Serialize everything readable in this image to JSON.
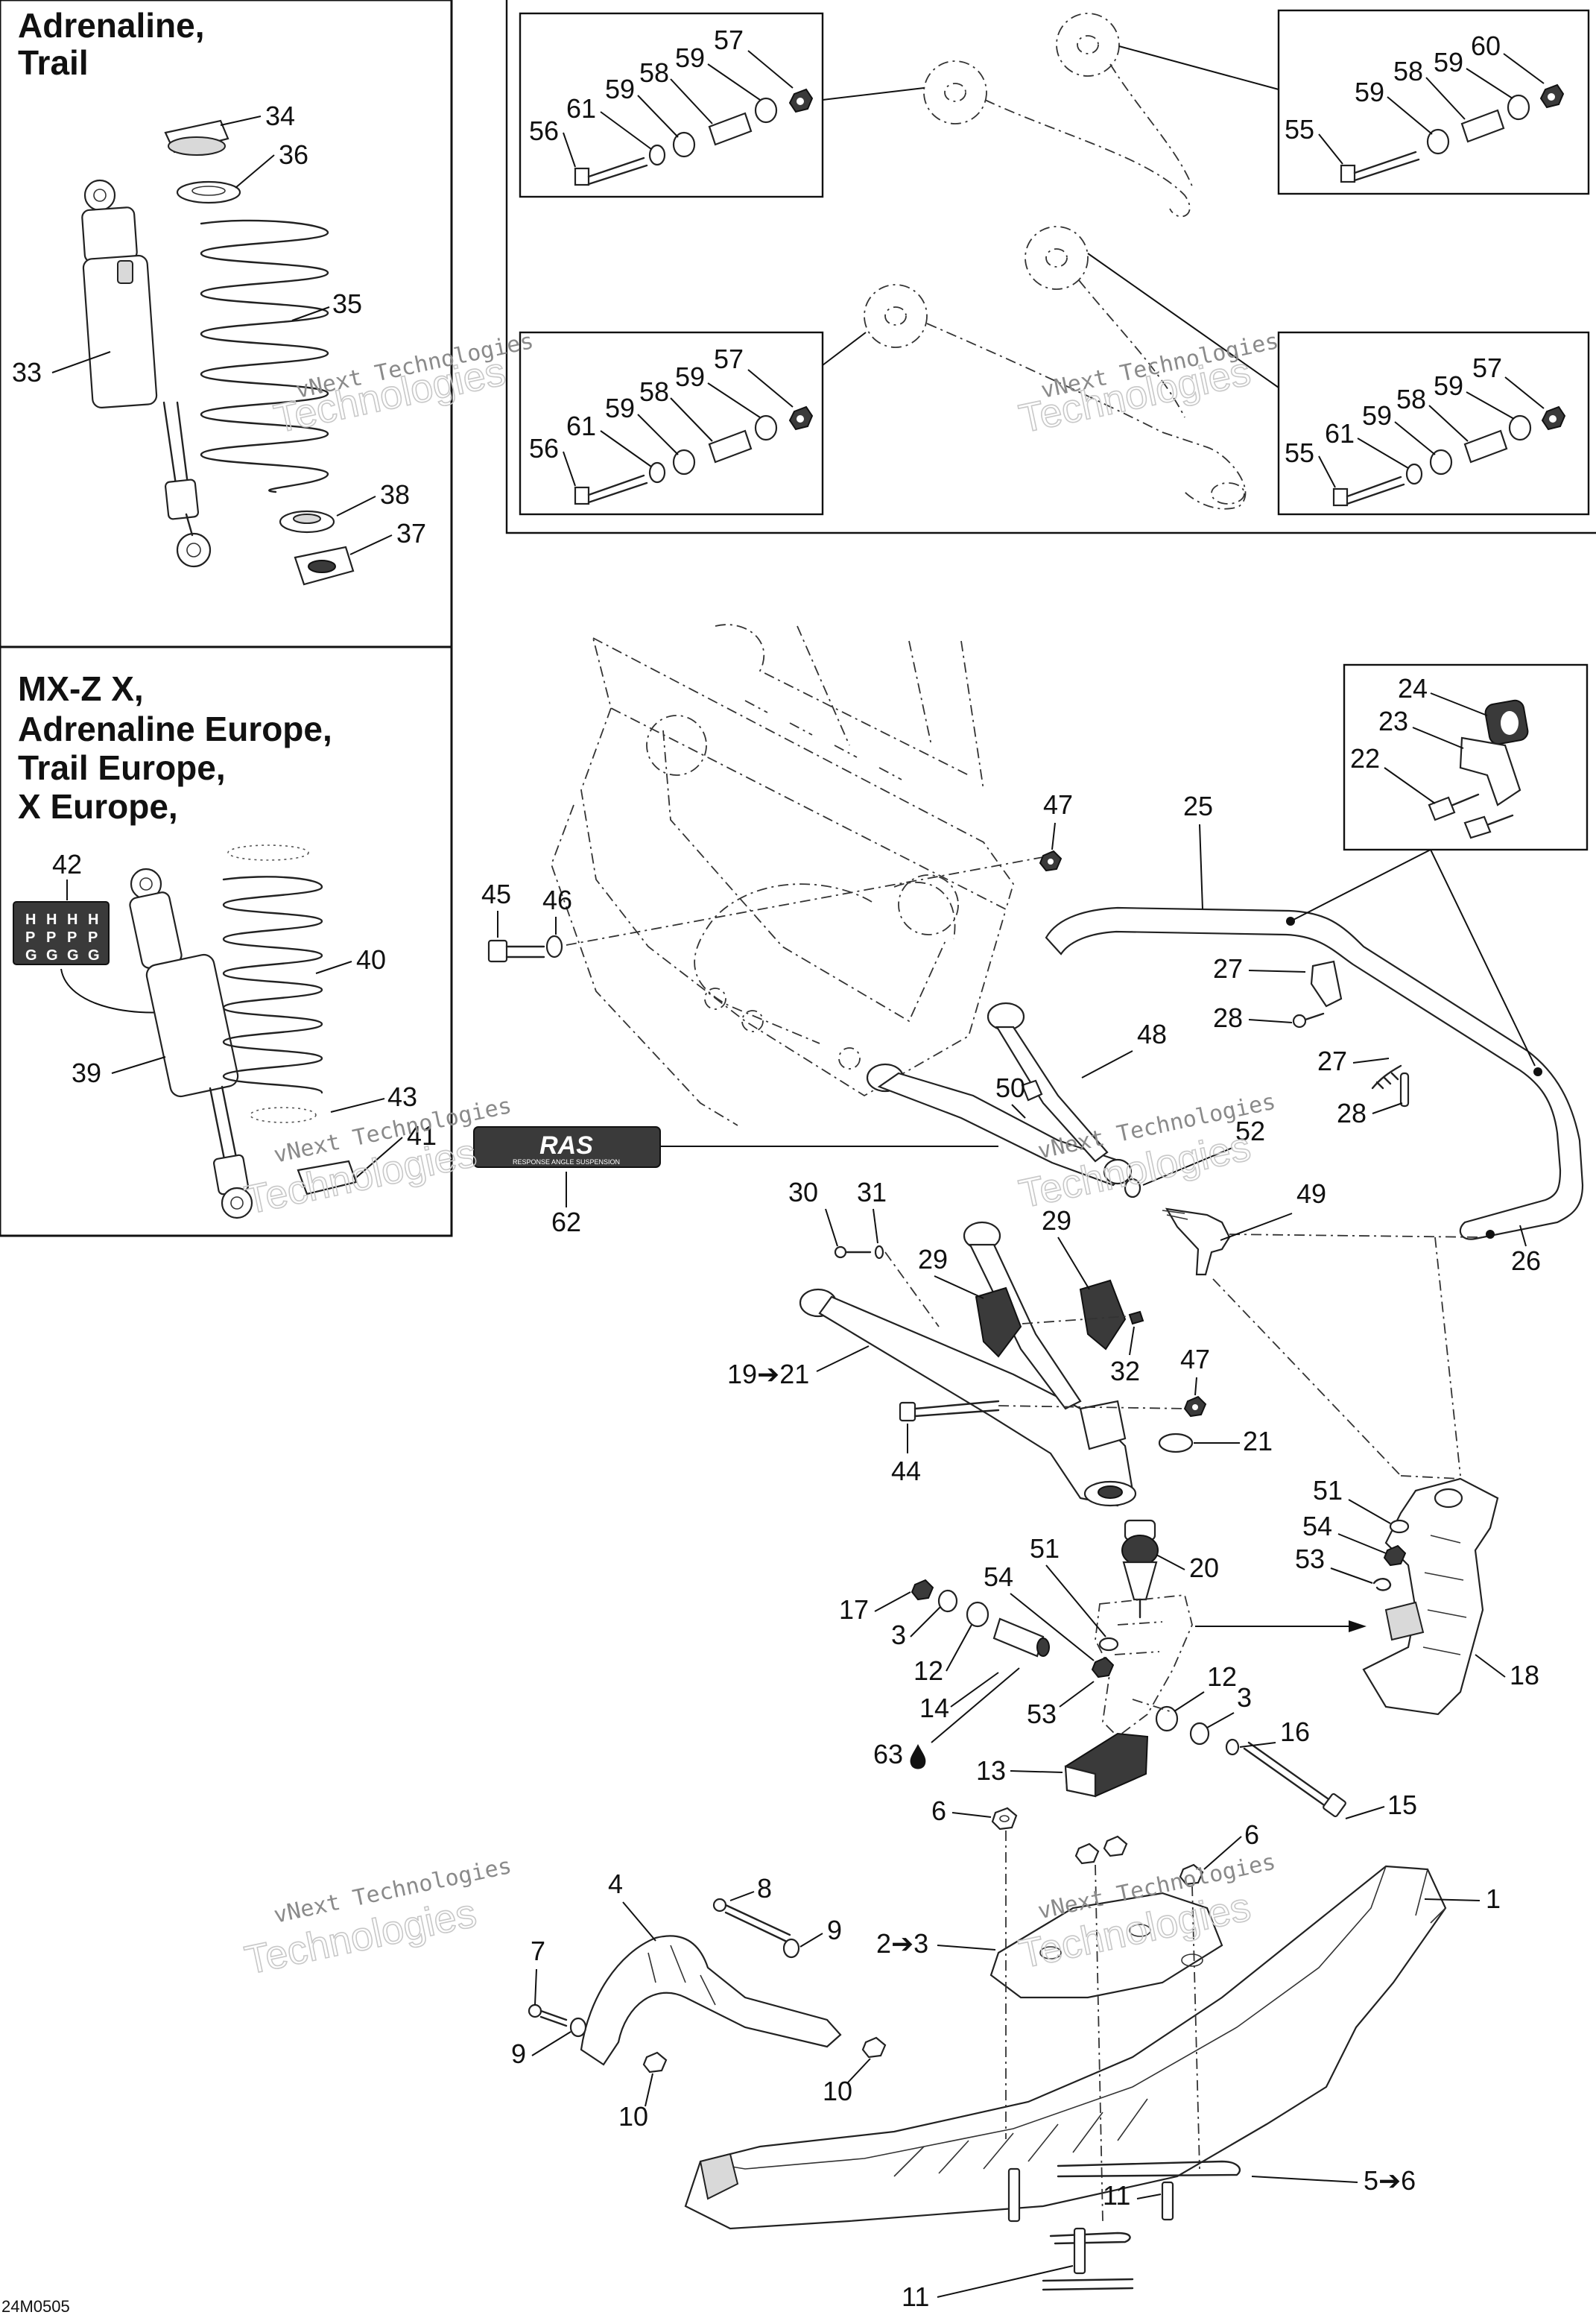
{
  "headings": {
    "variant_a_line1": "Adrenaline,",
    "variant_a_line2": "Trail",
    "variant_b_line1": "MX-Z X,",
    "variant_b_line2": "Adrenaline Europe,",
    "variant_b_line3": "Trail Europe,",
    "variant_b_line4": "X Europe,"
  },
  "watermark": {
    "line1": "vNext Technologies",
    "line2": "Technologies"
  },
  "logo": {
    "name": "RAS",
    "subtitle": "RESPONSE ANGLE SUSPENSION"
  },
  "hpg_badge": {
    "cells": [
      "H",
      "P",
      "G"
    ]
  },
  "drawing_code": "24M0505",
  "callouts": {
    "c33": "33",
    "c34": "34",
    "c35": "35",
    "c36": "36",
    "c37": "37",
    "c38": "38",
    "c39": "39",
    "c40": "40",
    "c41": "41",
    "c42": "42",
    "c43": "43",
    "b1_56": "56",
    "b1_61": "61",
    "b1_59a": "59",
    "b1_58": "58",
    "b1_59b": "59",
    "b1_57": "57",
    "b2_55": "55",
    "b2_59a": "59",
    "b2_58": "58",
    "b2_59b": "59",
    "b2_60": "60",
    "b3_56": "56",
    "b3_61": "61",
    "b3_59a": "59",
    "b3_58": "58",
    "b3_59b": "59",
    "b3_57": "57",
    "b4_55": "55",
    "b4_61": "61",
    "b4_59a": "59",
    "b4_58": "58",
    "b4_59b": "59",
    "b4_57": "57",
    "c22": "22",
    "c23": "23",
    "c24": "24",
    "c25": "25",
    "c26": "26",
    "c27a": "27",
    "c28a": "28",
    "c27b": "27",
    "c28b": "28",
    "c45": "45",
    "c46": "46",
    "c47a": "47",
    "c47b": "47",
    "c48": "48",
    "c49": "49",
    "c50": "50",
    "c52": "52",
    "c62": "62",
    "c30": "30",
    "c31": "31",
    "c29a": "29",
    "c29b": "29",
    "c32": "32",
    "c19_21": "19➔21",
    "c44": "44",
    "c21": "21",
    "c20": "20",
    "c51a": "51",
    "c54a": "54",
    "c53a": "53",
    "c18": "18",
    "c17": "17",
    "c3a": "3",
    "c12a": "12",
    "c14": "14",
    "c51b": "51",
    "c54b": "54",
    "c53b": "53",
    "c63": "63",
    "c12b": "12",
    "c3b": "3",
    "c16": "16",
    "c13": "13",
    "c15": "15",
    "c6a": "6",
    "c6b": "6",
    "c1": "1",
    "c2_3": "2➔3",
    "c4": "4",
    "c8": "8",
    "c9a": "9",
    "c7": "7",
    "c9b": "9",
    "c10a": "10",
    "c10b": "10",
    "c5_6": "5➔6",
    "c11a": "11",
    "c11b": "11"
  }
}
